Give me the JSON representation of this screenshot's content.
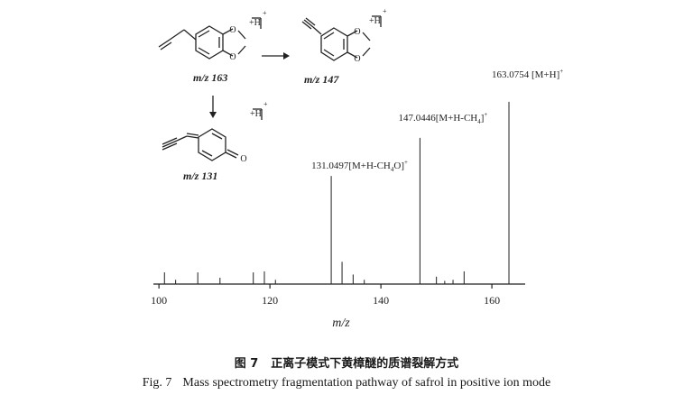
{
  "structures": [
    {
      "id": "s163",
      "label": "m/z 163",
      "charge": "+H",
      "sup": "+"
    },
    {
      "id": "s147",
      "label": "m/z 147",
      "charge": "+H",
      "sup": "+"
    },
    {
      "id": "s131",
      "label": "m/z 131",
      "charge": "+H",
      "sup": "+",
      "atom": "O"
    }
  ],
  "chart_data": {
    "type": "bar",
    "xlabel": "m/z",
    "xlim": [
      99,
      166
    ],
    "ylim": [
      0,
      100
    ],
    "xticks": [
      "100",
      "120",
      "140",
      "160"
    ],
    "peaks": [
      {
        "x": 101.0,
        "y": 5.5
      },
      {
        "x": 103.0,
        "y": 2.0
      },
      {
        "x": 107.0,
        "y": 5.5
      },
      {
        "x": 111.0,
        "y": 3.0
      },
      {
        "x": 117.0,
        "y": 5.5
      },
      {
        "x": 119.0,
        "y": 6.0
      },
      {
        "x": 121.0,
        "y": 2.0
      },
      {
        "x": 131.0497,
        "y": 51.0
      },
      {
        "x": 133.0,
        "y": 10.5
      },
      {
        "x": 135.0,
        "y": 4.5
      },
      {
        "x": 137.0,
        "y": 2.0
      },
      {
        "x": 147.0446,
        "y": 69.0
      },
      {
        "x": 150.0,
        "y": 3.5
      },
      {
        "x": 151.5,
        "y": 1.5
      },
      {
        "x": 153.0,
        "y": 2.0
      },
      {
        "x": 155.0,
        "y": 6.0
      },
      {
        "x": 163.0754,
        "y": 86.0
      }
    ],
    "annotations": [
      {
        "text": "131.0497[M+H-CH4O]+",
        "x": 131.0497
      },
      {
        "text": "147.0446[M+H-CH4]+",
        "x": 147.0446
      },
      {
        "text": "163.0754 [M+H]+",
        "x": 163.0754
      }
    ]
  },
  "caption": {
    "cn_num": "图 7",
    "cn_text": "正离子模式下黄樟醚的质谱裂解方式",
    "en_num": "Fig. 7",
    "en_text": "Mass spectrometry fragmentation pathway of safrol in positive ion mode"
  }
}
